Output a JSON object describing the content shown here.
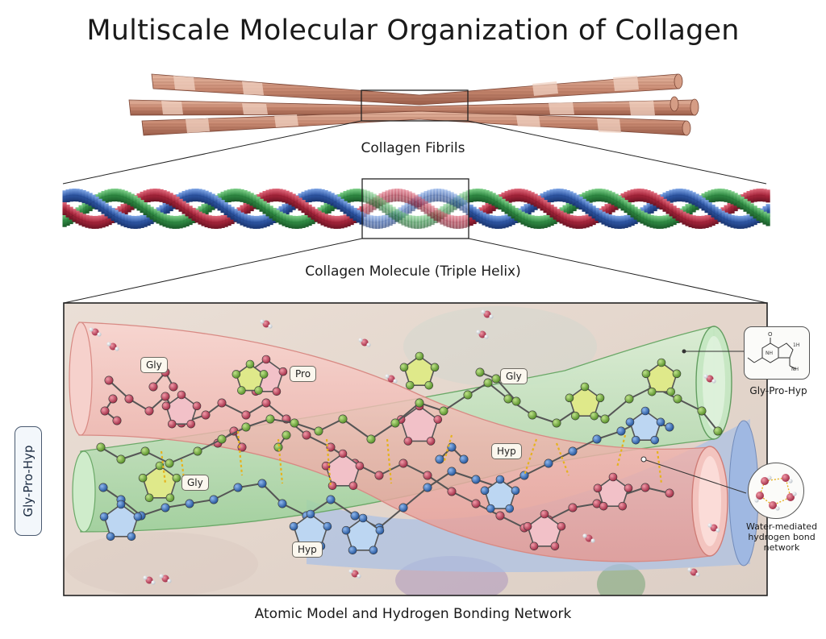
{
  "title": "Multiscale Molecular Organization of Collagen",
  "levels": {
    "fibrils": "Collagen Fibrils",
    "molecule": "Collagen Molecule (Triple Helix)",
    "atomic": "Atomic Model and Hydrogen Bonding Network"
  },
  "residue_labels": {
    "gly_top_left": "Gly",
    "pro_top": "Pro",
    "gly_top_right": "Gly",
    "hyp_middle": "Hyp",
    "gly_lower_left": "Gly",
    "hyp_bottom": "Hyp"
  },
  "side_label": "Gly-Pro-Hyp",
  "structure_callout": {
    "label": "Gly-Pro-Hyp",
    "formula_text": [
      "O",
      "NH",
      "NH",
      "1H"
    ]
  },
  "water_callout": {
    "lines": [
      "Water-mediated",
      "hydrogen bond",
      "network"
    ]
  },
  "colors": {
    "fibril": "#c98a72",
    "strand_red": "#a5243a",
    "strand_green": "#2f8a43",
    "strand_blue": "#2d55a3",
    "tube_red": "#efb3ad",
    "tube_green": "#b9e0b7",
    "tube_blue": "#a9c1e6",
    "atom_red": "#b8354d",
    "atom_green": "#6aa33a",
    "atom_blue": "#2b67b0",
    "hbond": "#e6b21f"
  },
  "icons": [
    "oxygen-atom-icon",
    "water-molecule-icon",
    "proline-ring-icon"
  ]
}
